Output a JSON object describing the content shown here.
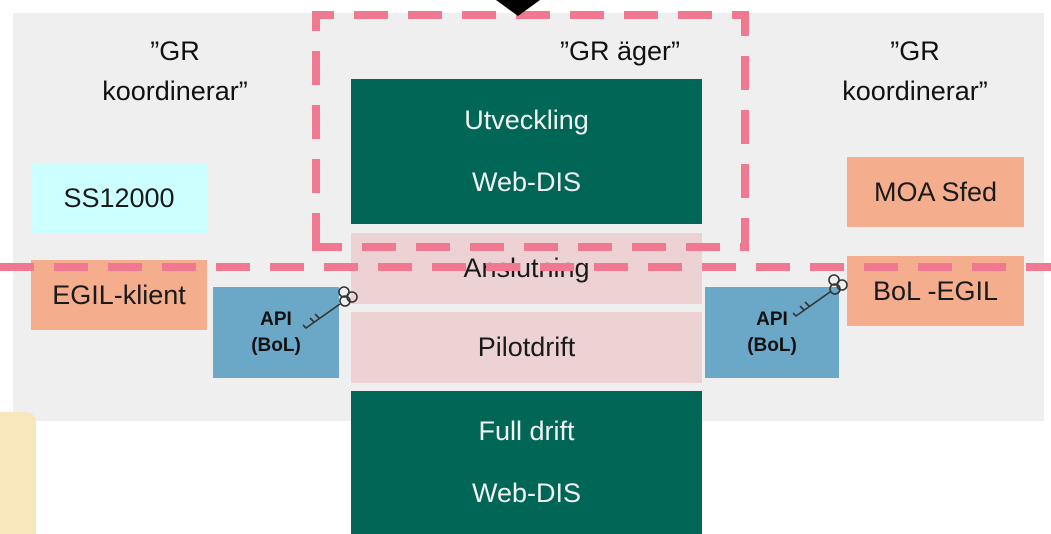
{
  "labels": {
    "gr_koordinerar_left": [
      "”GR",
      "koordinerar”"
    ],
    "gr_ager": "”GR äger”",
    "gr_koordinerar_right": [
      "”GR",
      "koordinerar”"
    ]
  },
  "left_boxes": {
    "ss12000": "SS12000",
    "egil_klient": "EGIL-klient"
  },
  "right_boxes": {
    "moa_sfed": "MOA Sfed",
    "bol_egil": "BoL -EGIL"
  },
  "api_left": {
    "line1": "API",
    "line2": "(BoL)"
  },
  "api_right": {
    "line1": "API",
    "line2": "(BoL)"
  },
  "center": {
    "utveckling": {
      "line1": "Utveckling",
      "line2": "Web-DIS"
    },
    "anslutning": "Anslutning",
    "pilotdrift": "Pilotdrift",
    "full_drift": {
      "line1": "Full drift",
      "line2": "Web-DIS"
    }
  },
  "colors": {
    "panel": "#efefef",
    "dark_green": "#006655",
    "light_pink": "#ecd2d2",
    "salmon": "#f4ae8e",
    "cyan": "#ccffff",
    "api_blue": "#6ba8c7",
    "dashed_border": "#f07890",
    "yellow": "#f8e6bd"
  },
  "icons": [
    "key-icon-left",
    "key-icon-right",
    "arrow-down-icon"
  ]
}
